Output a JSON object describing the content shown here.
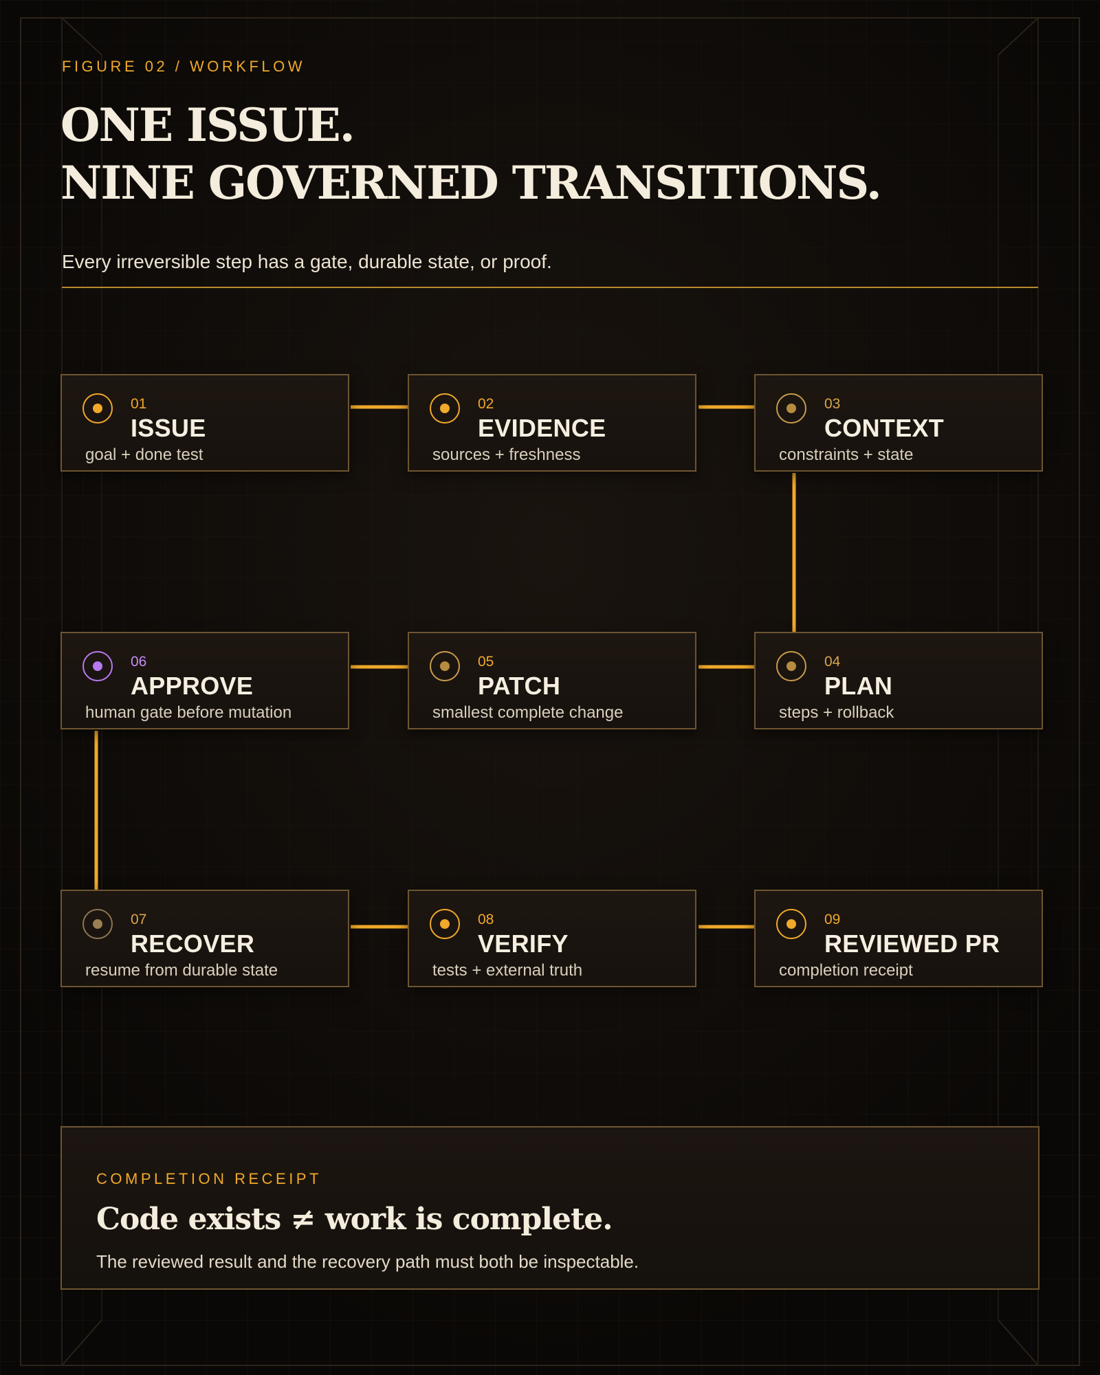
{
  "header": {
    "eyebrow": "FIGURE 02 / WORKFLOW",
    "title_line1": "ONE ISSUE.",
    "title_line2": "NINE GOVERNED TRANSITIONS.",
    "subtitle": "Every irreversible step has a gate, durable state, or proof."
  },
  "steps": [
    {
      "num": "01",
      "name": "ISSUE",
      "desc": "goal + done test"
    },
    {
      "num": "02",
      "name": "EVIDENCE",
      "desc": "sources + freshness"
    },
    {
      "num": "03",
      "name": "CONTEXT",
      "desc": "constraints + state"
    },
    {
      "num": "04",
      "name": "PLAN",
      "desc": "steps + rollback"
    },
    {
      "num": "05",
      "name": "PATCH",
      "desc": "smallest complete change"
    },
    {
      "num": "06",
      "name": "APPROVE",
      "desc": "human gate before mutation"
    },
    {
      "num": "07",
      "name": "RECOVER",
      "desc": "resume from durable state"
    },
    {
      "num": "08",
      "name": "VERIFY",
      "desc": "tests + external truth"
    },
    {
      "num": "09",
      "name": "REVIEWED PR",
      "desc": "completion receipt"
    }
  ],
  "receipt": {
    "label": "COMPLETION RECEIPT",
    "headline": "Code exists ≠ work is complete.",
    "body": "The reviewed result and the recovery path must both be inspectable."
  },
  "colors": {
    "accent": "#f0a92a",
    "gate": "#b779f0",
    "background": "#0b0907",
    "node_border": "#6e5531"
  }
}
